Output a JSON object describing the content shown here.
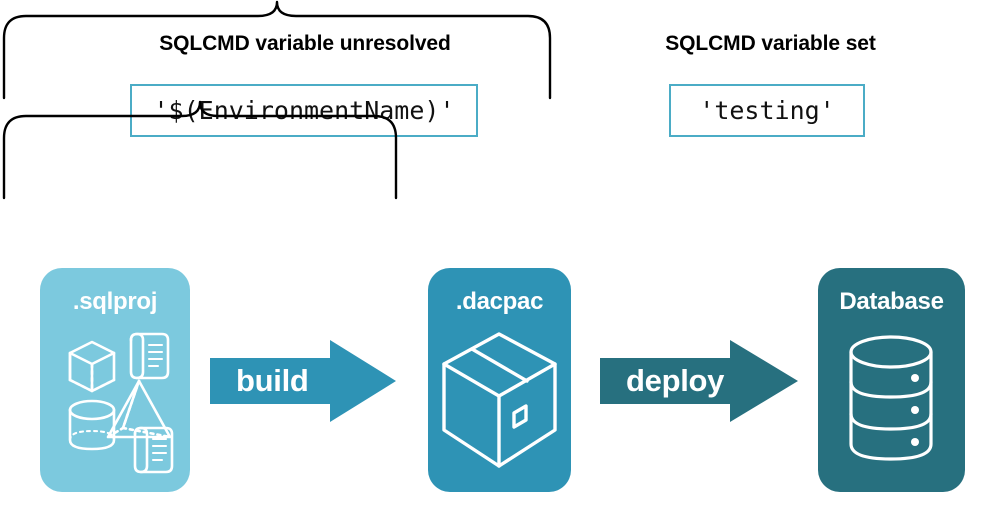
{
  "diagram": {
    "title_left": "SQLCMD variable unresolved",
    "title_right": "SQLCMD variable set",
    "code_left": "'$(EnvironmentName)'",
    "code_right": "'testing'",
    "stages": [
      {
        "id": "sqlproj",
        "label": ".sqlproj",
        "color": "#7CC9DE",
        "icons": [
          "cube-icon",
          "scroll-icon",
          "pyramid-icon",
          "cylinder-icon",
          "scroll-icon"
        ]
      },
      {
        "id": "dacpac",
        "label": ".dacpac",
        "color": "#2E93B5",
        "icons": [
          "package-box-icon"
        ]
      },
      {
        "id": "database",
        "label": "Database",
        "color": "#27707F",
        "icons": [
          "database-cylinder-icon"
        ]
      }
    ],
    "arrows": [
      {
        "id": "build",
        "label": "build",
        "color": "#2E93B5"
      },
      {
        "id": "deploy",
        "label": "deploy",
        "color": "#27707F"
      }
    ],
    "braces": [
      {
        "id": "brace-left",
        "spans": [
          "sqlproj",
          "dacpac"
        ]
      },
      {
        "id": "brace-right",
        "spans": [
          "dacpac",
          "database"
        ]
      }
    ],
    "colors": {
      "code_border": "#4BACC6",
      "text": "#000000",
      "background": "#FFFFFF",
      "brace_stroke": "#000000"
    }
  }
}
